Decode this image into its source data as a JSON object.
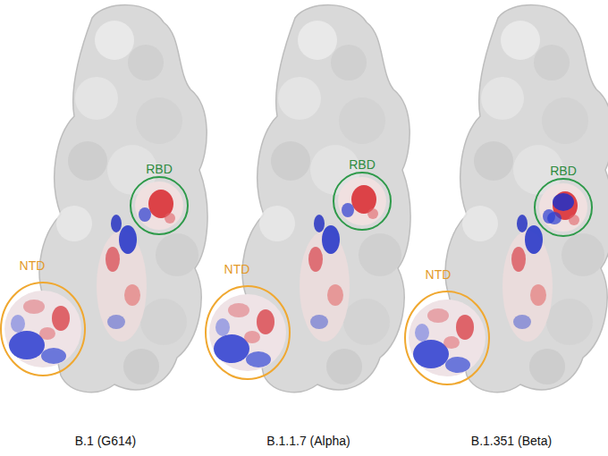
{
  "diagram": {
    "labels": [
      "RBD",
      "NTD",
      "B.1 (G614)",
      "RBD",
      "NTD",
      "B.1.1.7 (Alpha)",
      "RBD",
      "NTD",
      "B.1.351 (Beta)"
    ]
  }
}
